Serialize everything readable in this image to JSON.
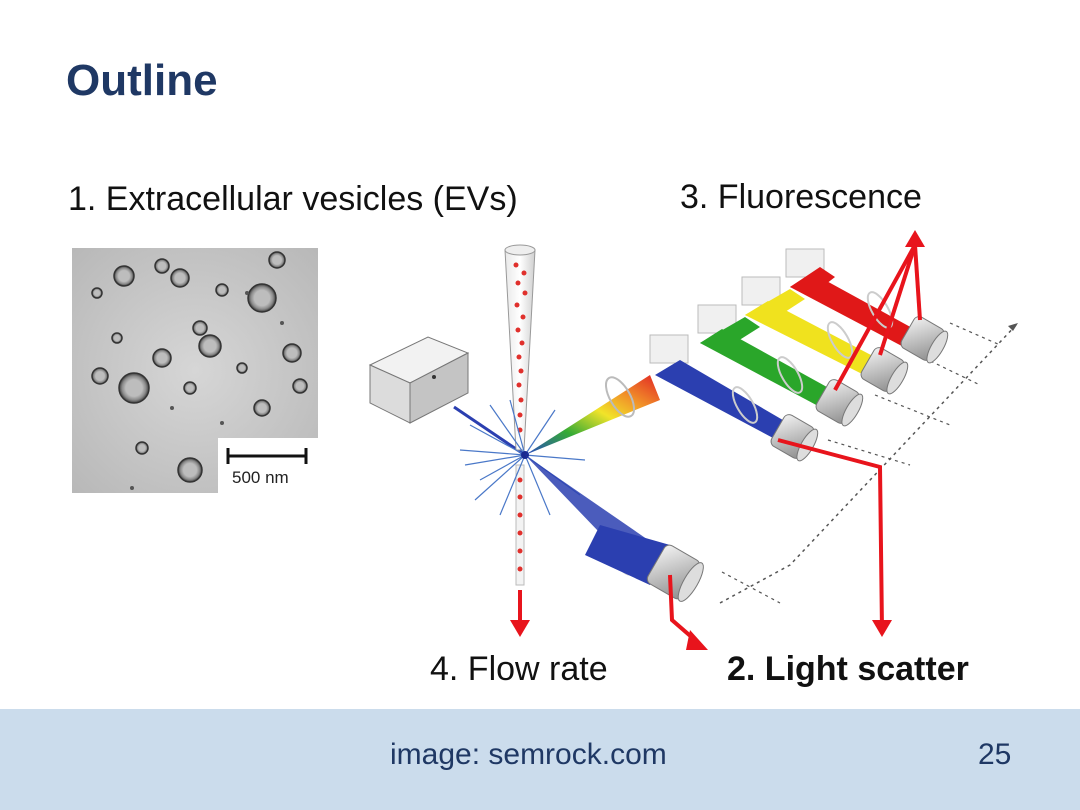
{
  "slide": {
    "title": "Outline",
    "labels": {
      "extracellular": "1. Extracellular vesicles (EVs)",
      "fluorescence": "3. Fluorescence",
      "flow_rate": "4. Flow rate",
      "light_scatter": "2. Light scatter"
    },
    "scale_bar": "500 nm",
    "footer": {
      "credit": "image: semrock.com",
      "page": "25"
    }
  },
  "colors": {
    "title": "#1f3864",
    "footer_bg": "#cbdcec",
    "arrow": "#e8141c",
    "beam_blue": "#2b3fb0",
    "beam_green": "#2aa62a",
    "beam_yellow": "#f0e21e",
    "beam_red": "#e01818"
  }
}
